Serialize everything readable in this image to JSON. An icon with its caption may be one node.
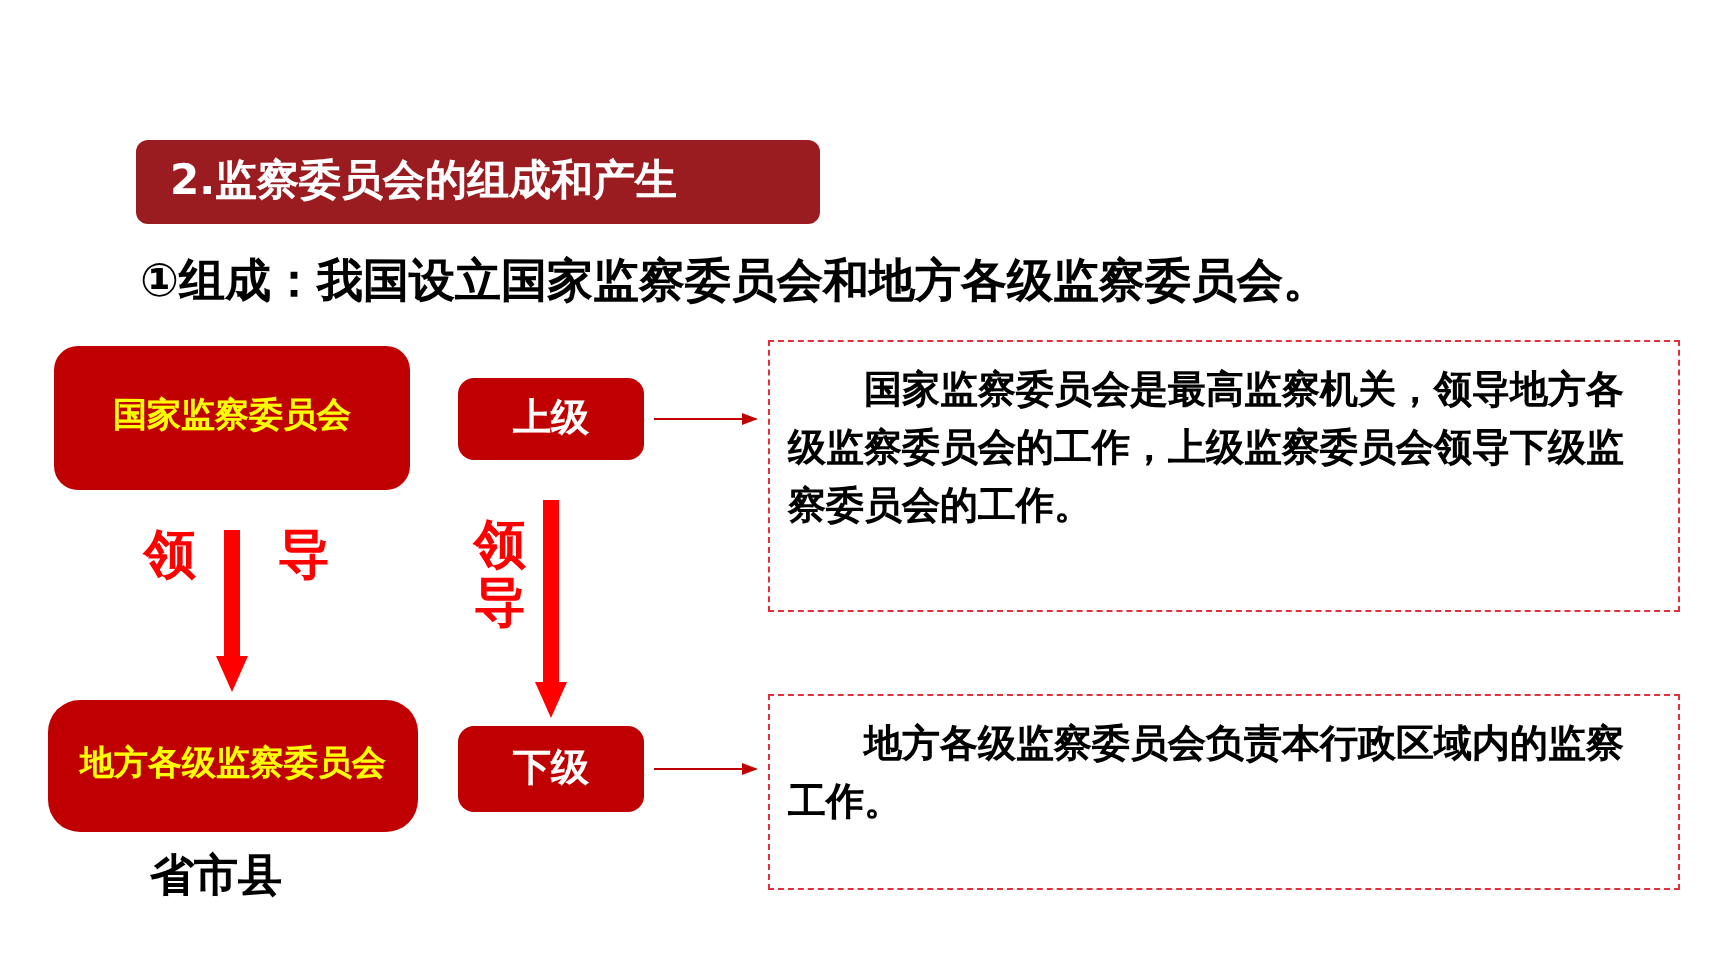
{
  "diagram": {
    "title": "2.监察委员会的组成和产生",
    "nodes": [
      {
        "text": [
          "国家监察委员会"
        ]
      },
      {
        "text": [
          "上级"
        ]
      },
      {
        "text": [
          "地方各级监察委员会"
        ],
        "beside": [
          "省市县"
        ]
      },
      {
        "text": [
          "下级"
        ]
      },
      {
        "text": [
          "**国家监察委员会是最高监察机关，**领导地方各级监察委员会的工作，上级监察委员会领导下级监察委员会的工作。"
        ]
      },
      {
        "text": [
          "地方各级监察委员会负责**本行政区域内**的监察工作。"
        ]
      }
    ],
    "edges": [
      {
        "from": 0,
        "to": 2,
        "arrow": "to",
        "label": "领 导",
        "style": "thick",
        "color": "#ff0000"
      },
      {
        "from": 1,
        "to": 3,
        "arrow": "to",
        "label": "领导",
        "style": "thick",
        "color": "#ff0000"
      },
      {
        "from": 1,
        "to": 4,
        "arrow": "to"
      },
      {
        "from": 3,
        "to": 5,
        "arrow": "to"
      }
    ],
    "labels": [
      "①组成：我国设立**国家监察委员会**和**地方各级监察委员会**。"
    ]
  }
}
